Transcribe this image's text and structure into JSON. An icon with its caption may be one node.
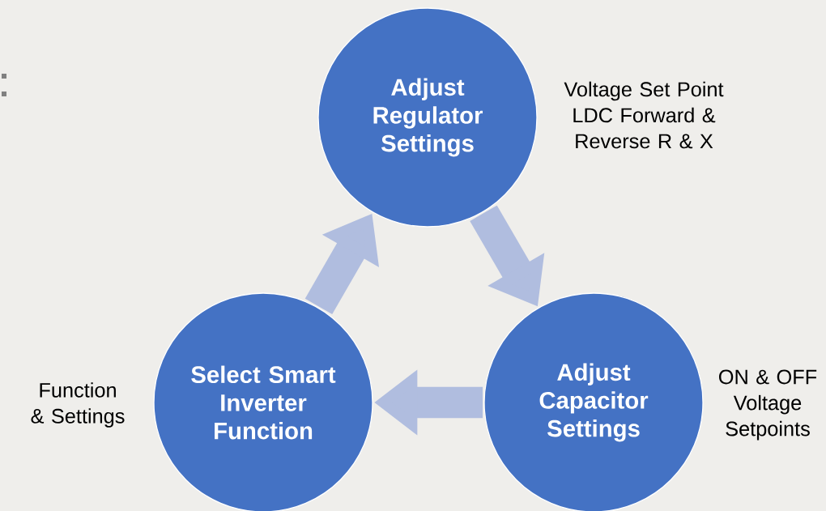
{
  "diagram": {
    "nodes": [
      {
        "text": [
          "Adjust Regulator Settings"
        ],
        "beside": [
          "Voltage Set Point LDC Forward & Reverse R & X"
        ]
      },
      {
        "text": [
          "Adjust Capacitor Settings"
        ],
        "beside": [
          "ON & OFF Voltage Setpoints"
        ]
      },
      {
        "text": [
          "Select Smart Inverter Function"
        ],
        "beside": [
          "Function & Settings"
        ]
      }
    ],
    "edges": [
      {
        "from": 0,
        "to": 1,
        "arrow": "to"
      },
      {
        "from": 1,
        "to": 2,
        "arrow": "to"
      },
      {
        "from": 2,
        "to": 0,
        "arrow": "to"
      }
    ]
  }
}
